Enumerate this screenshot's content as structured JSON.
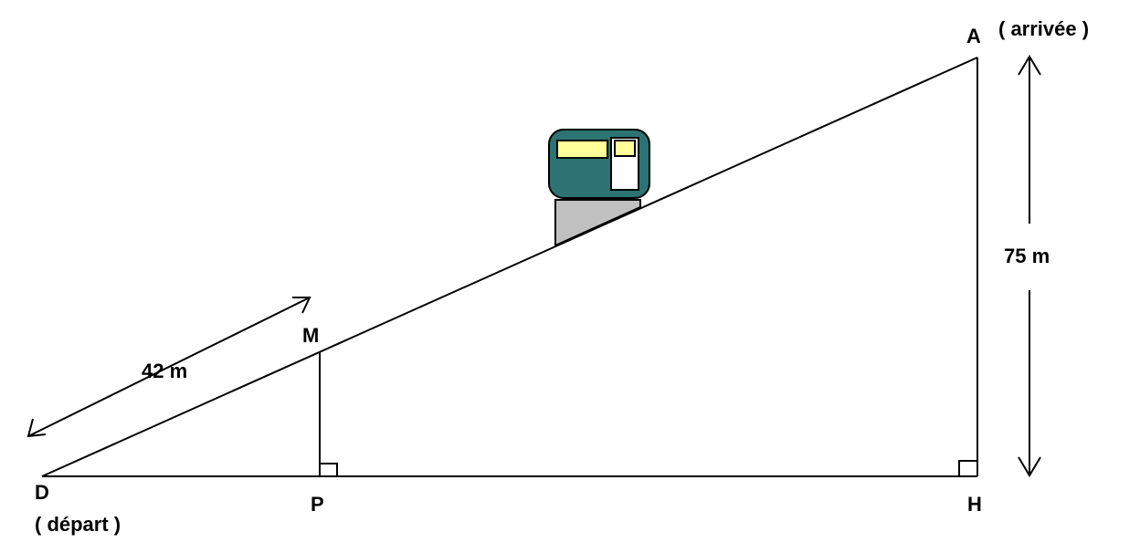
{
  "diagram": {
    "points": {
      "D": "D",
      "P": "P",
      "H": "H",
      "M": "M",
      "A": "A"
    },
    "annotations": {
      "depart": "( départ )",
      "arrivee": "( arrivée )",
      "dm_length": "42 m",
      "ah_height": "75 m"
    },
    "colors": {
      "line": "#000000",
      "background": "#ffffff",
      "cabin_body": "#2e7373",
      "cabin_window": "#ffff99",
      "cabin_door": "#ffffff",
      "pylon": "#c0c0c0"
    }
  }
}
